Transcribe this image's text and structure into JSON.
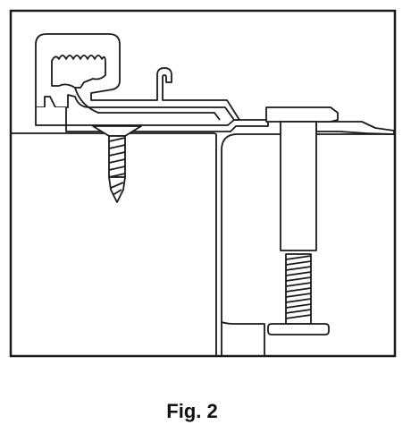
{
  "figure": {
    "caption": "Fig. 2",
    "line_color": "#1a1a1a",
    "fill_color": "#ffffff"
  },
  "parts": [
    "rail-clip",
    "self-drilling-screw",
    "mounting-plate",
    "bolt",
    "panel"
  ]
}
